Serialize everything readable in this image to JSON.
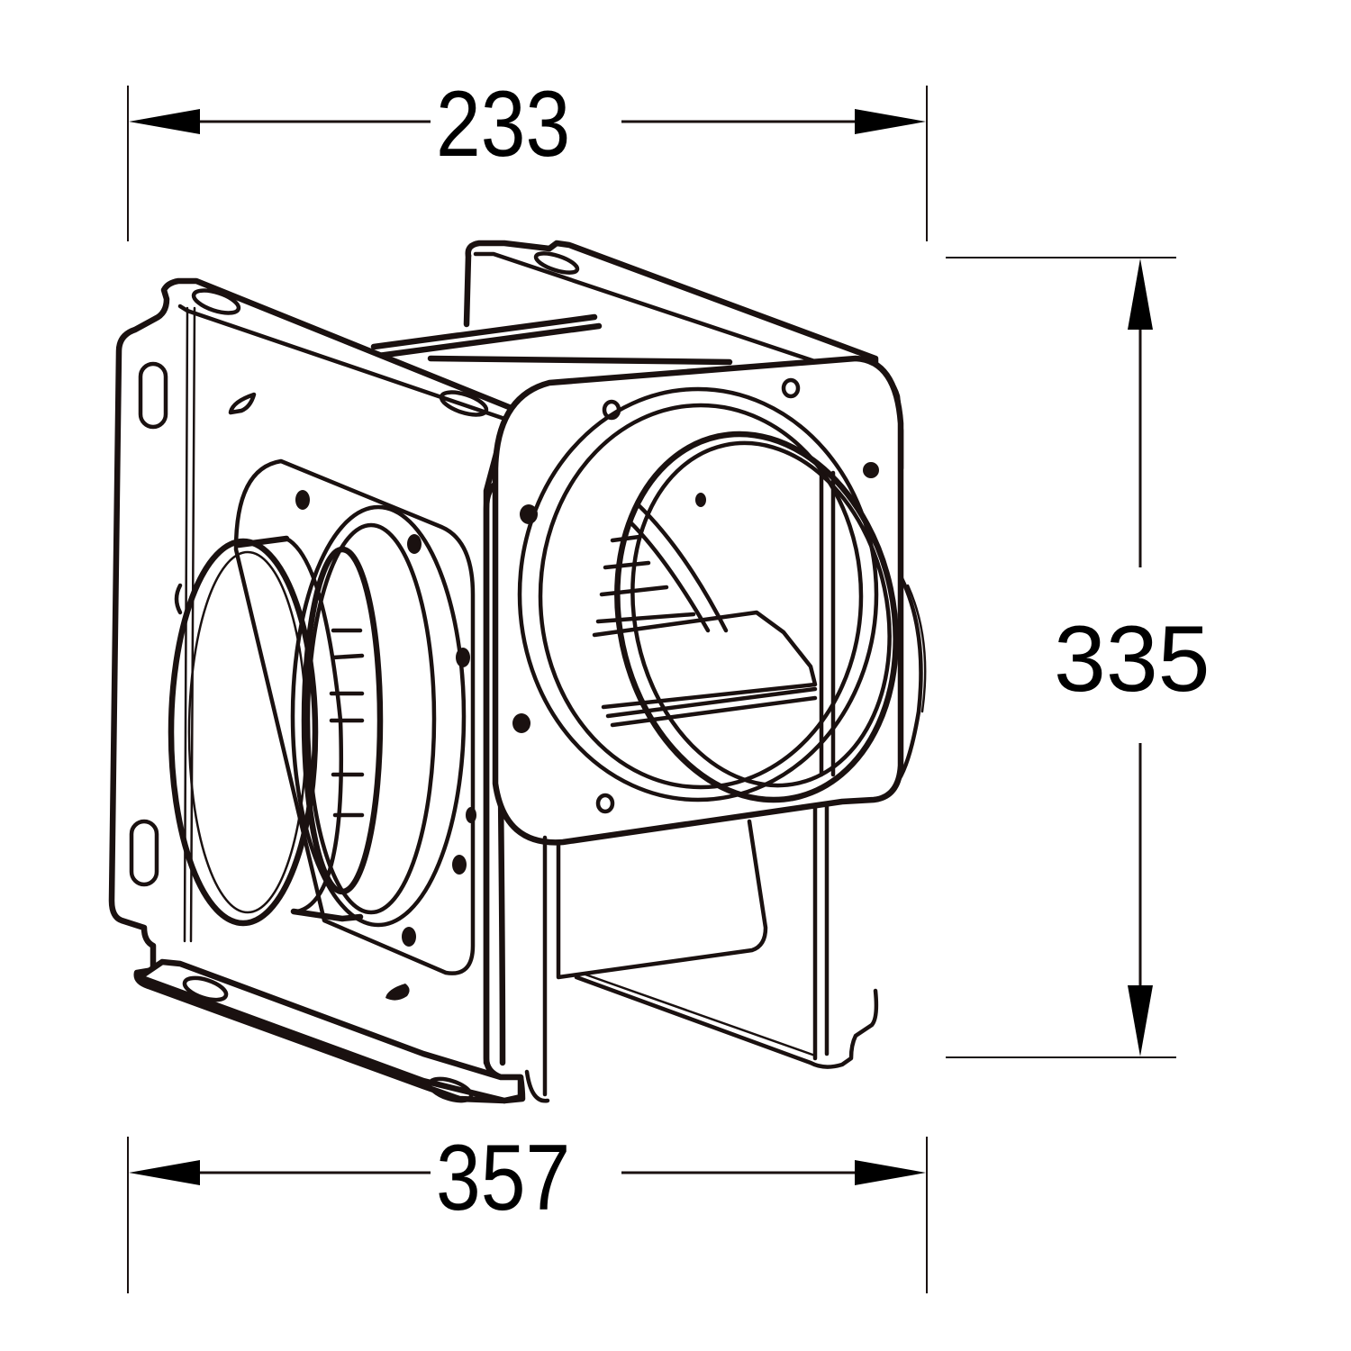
{
  "figure": {
    "subject": "inline centrifugal duct fan",
    "line_color": "#1a1110",
    "background": "#ffffff"
  },
  "dimensions": {
    "width_top": {
      "label": "233"
    },
    "height_right": {
      "label": "335"
    },
    "width_bottom": {
      "label": "357"
    }
  },
  "icons": {
    "arrow_left": "arrow-left",
    "arrow_right": "arrow-right",
    "arrow_up": "arrow-up",
    "arrow_down": "arrow-down"
  }
}
